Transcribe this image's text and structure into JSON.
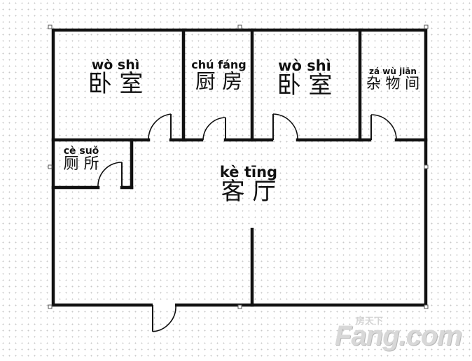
{
  "floor_plan": {
    "rooms": [
      {
        "id": "bedroom1",
        "pinyin": "wò shì",
        "hanzi": "卧 室"
      },
      {
        "id": "kitchen",
        "pinyin": "chú fáng",
        "hanzi": "厨 房"
      },
      {
        "id": "bedroom2",
        "pinyin": "wò shì",
        "hanzi": "卧 室"
      },
      {
        "id": "storage",
        "pinyin": "zá wù jiān",
        "hanzi": "杂 物 间"
      },
      {
        "id": "toilet",
        "pinyin": "cè suǒ",
        "hanzi": "厕 所"
      },
      {
        "id": "living",
        "pinyin": "kè tīng",
        "hanzi": "客 厅"
      }
    ]
  },
  "watermark": {
    "brand": "Fang.com",
    "cn": "房天下"
  },
  "colors": {
    "wall": "#111111",
    "grid_dot": "#c8c8c8",
    "watermark": "#d8d8d8"
  }
}
